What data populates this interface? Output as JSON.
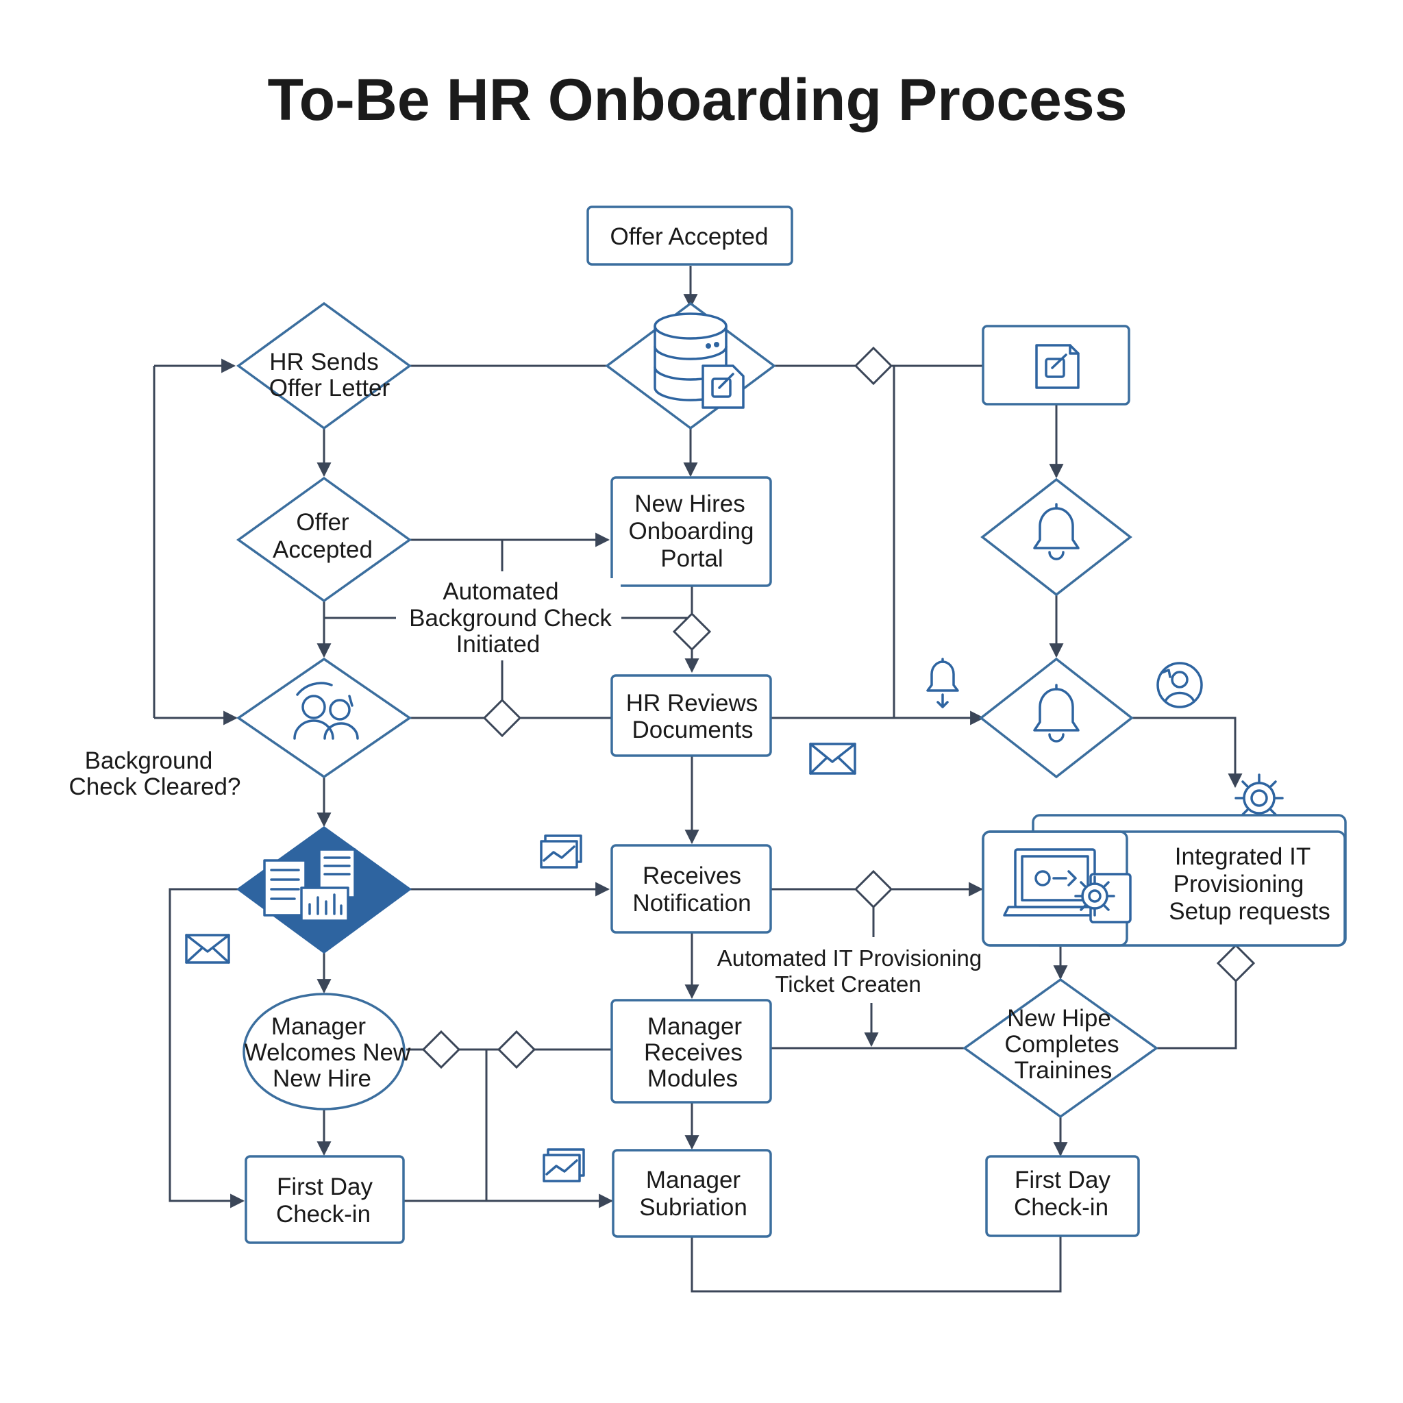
{
  "title": "To-Be HR Onboarding Process",
  "nodes": {
    "offer_accepted_top": "Offer Accepted",
    "hr_sends_l1": "HR Sends",
    "hr_sends_l2": "Offer Letter",
    "offer_accepted_l1": "Offer",
    "offer_accepted_l2": "Accepted",
    "portal_l1": "New Hires",
    "portal_l2": "Onboarding",
    "portal_l3": "Portal",
    "bg_auto_l1": "Automated",
    "bg_auto_l2": "Background Check",
    "bg_auto_l3": "Initiated",
    "hr_reviews_l1": "HR Reviews",
    "hr_reviews_l2": "Documents",
    "bg_cleared_l1": "Background",
    "bg_cleared_l2": "Check Cleared?",
    "receives_l1": "Receives",
    "receives_l2": "Notification",
    "it_prov_l1": "Integrated IT",
    "it_prov_l2": "Provisioning",
    "it_prov_l3": "Setup requests",
    "it_ticket_l1": "Automated IT Provisioning",
    "it_ticket_l2": "Ticket Createn",
    "mgr_welcome_l1": "Manager",
    "mgr_welcome_l2": "Welcomes New",
    "mgr_welcome_l3": "New Hire",
    "mgr_modules_l1": "Manager",
    "mgr_modules_l2": "Receives",
    "mgr_modules_l3": "Modules",
    "training_l1": "New Hipe",
    "training_l2": "Completes",
    "training_l3": "Trainines",
    "first_day_left_l1": "First Day",
    "first_day_left_l2": "Check-in",
    "mgr_sub_l1": "Manager",
    "mgr_sub_l2": "Subriation",
    "first_day_right_l1": "First Day",
    "first_day_right_l2": "Check-in"
  },
  "icons": [
    "database-icon",
    "document-edit-icon",
    "bell-icon",
    "users-icon",
    "documents-chart-icon",
    "email-icon",
    "image-chart-icon",
    "computer-gears-icon",
    "gear-icon",
    "user-refresh-icon"
  ],
  "colors": {
    "accent": "#2e64a0",
    "stroke": "#3b6e9e",
    "line": "#3b4658",
    "text": "#1a1a1a"
  }
}
